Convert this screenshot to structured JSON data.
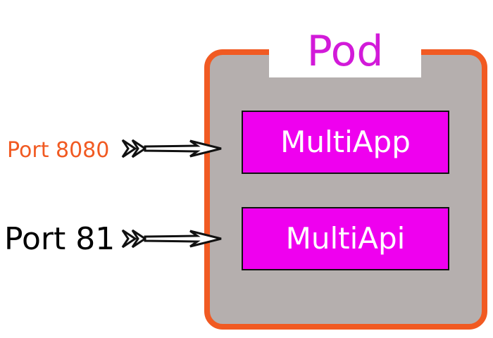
{
  "pod": {
    "label": "Pod"
  },
  "containers": [
    {
      "label": "MultiApp"
    },
    {
      "label": "MultiApi"
    }
  ],
  "ports": [
    {
      "label": "Port 8080",
      "color": "#f15a22"
    },
    {
      "label": "Port 81",
      "color": "#000000"
    }
  ],
  "colors": {
    "pod_border": "#f15a22",
    "pod_fill": "#b5afae",
    "pod_label": "#d21ad9",
    "container_fill": "#ef00ef",
    "container_text": "#ffffff"
  }
}
